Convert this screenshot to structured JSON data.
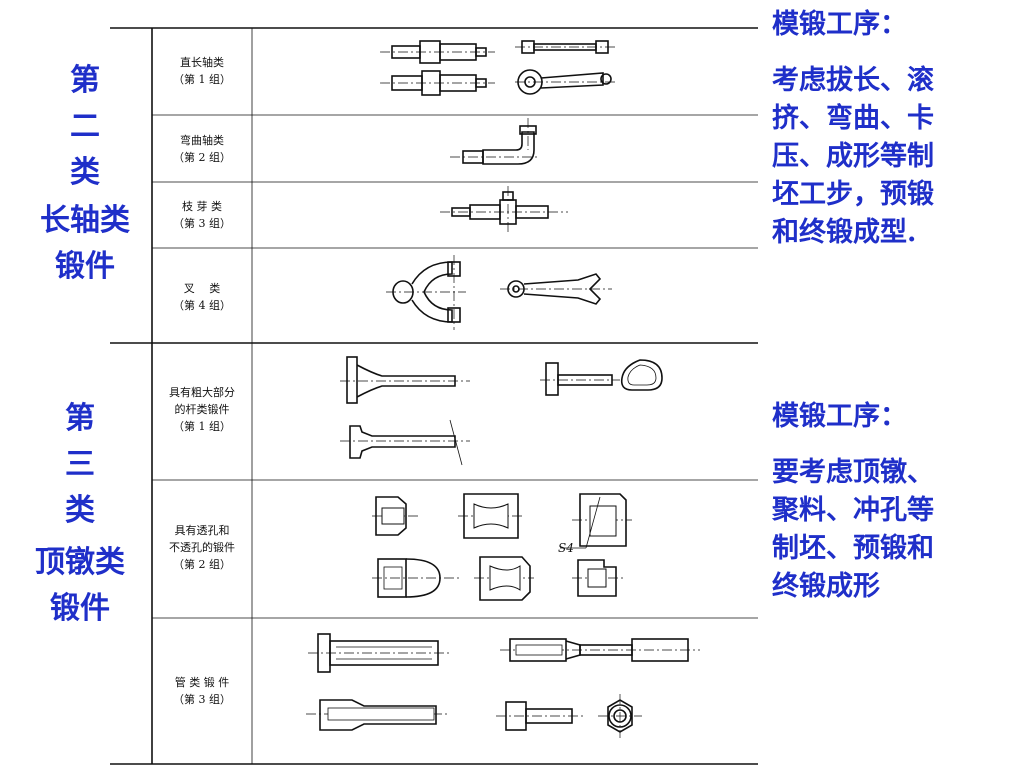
{
  "group2": {
    "title_chars": [
      "第",
      "二",
      "类"
    ],
    "subtitle_lines": [
      "长轴类",
      "锻件"
    ],
    "rows": [
      {
        "name": "直长轴类",
        "group": "（第 1 组）"
      },
      {
        "name": "弯曲轴类",
        "group": "（第 2 组）"
      },
      {
        "name": "枝 芽 类",
        "group": "（第 3 组）"
      },
      {
        "name": "叉　 类",
        "group": "（第 4 组）"
      }
    ]
  },
  "group3": {
    "title_chars": [
      "第",
      "三",
      "类"
    ],
    "subtitle_lines": [
      "顶镦类",
      "锻件"
    ],
    "rows": [
      {
        "lines": [
          "具有粗大部分",
          "的杆类锻件",
          "（第 1 组）"
        ]
      },
      {
        "lines": [
          "具有透孔和",
          "不透孔的锻件",
          "（第 2 组）"
        ]
      },
      {
        "lines": [
          "管 类 锻 件",
          "（第 3 组）"
        ]
      }
    ]
  },
  "note2": {
    "heading": "模锻工序：",
    "lines": [
      "考虑拔长、滚",
      "挤、弯曲、卡",
      "压、成形等制",
      "坯工步，预锻",
      "和终锻成型."
    ]
  },
  "note3": {
    "heading": "模锻工序：",
    "lines": [
      "要考虑顶镦、",
      "聚料、冲孔等",
      "制坯、预锻和",
      "终锻成形"
    ]
  },
  "drawing_label": "S4",
  "colors": {
    "accent": "#1f2fc9",
    "ink": "#111111"
  }
}
